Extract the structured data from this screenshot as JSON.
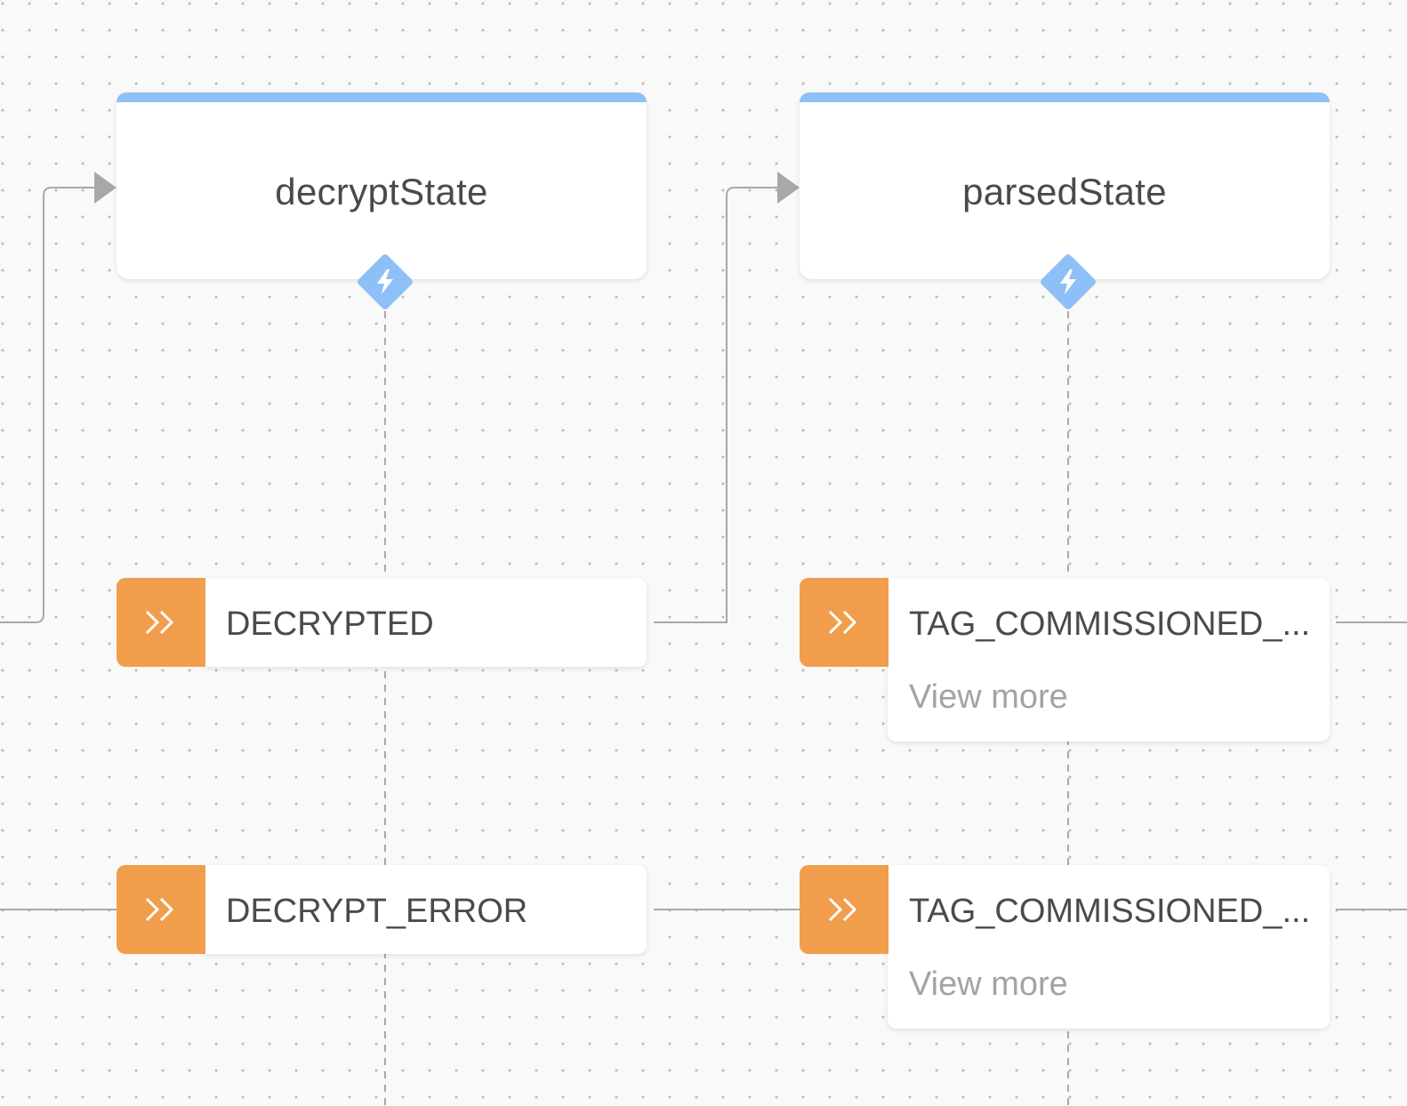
{
  "colors": {
    "canvas_background": "#f9f9f9",
    "state_accent": "#8ec0f7",
    "event_badge": "#f19e4c",
    "connector": "#a8a8a8"
  },
  "states": [
    {
      "name": "decryptState",
      "trigger_icon": "lightning-bolt-icon"
    },
    {
      "name": "parsedState",
      "trigger_icon": "lightning-bolt-icon"
    }
  ],
  "events": {
    "decrypted": {
      "label": "DECRYPTED",
      "icon": "double-chevron-right-icon"
    },
    "decrypt_error": {
      "label": "DECRYPT_ERROR",
      "icon": "double-chevron-right-icon"
    },
    "tag_commissioned_1": {
      "label": "TAG_COMMISSIONED_...",
      "more": "View more",
      "icon": "double-chevron-right-icon"
    },
    "tag_commissioned_2": {
      "label": "TAG_COMMISSIONED_...",
      "more": "View more",
      "icon": "double-chevron-right-icon"
    }
  }
}
